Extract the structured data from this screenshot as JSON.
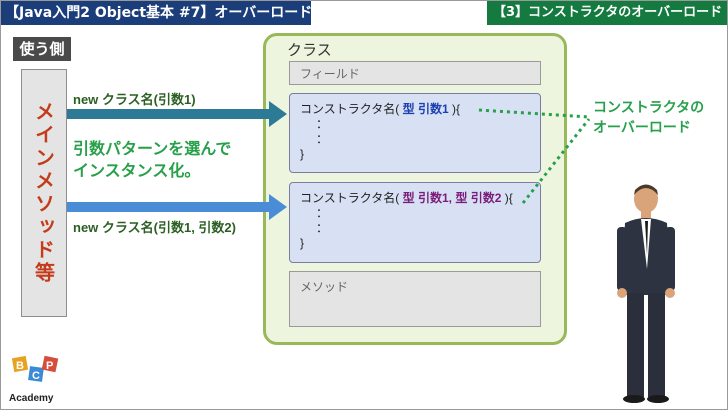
{
  "header": {
    "title": "【Java入門2 Object基本 #7】オーバーロード",
    "section": "【3】コンストラクタのオーバーロード"
  },
  "caller": {
    "label": "使う側",
    "main_box": "メインメソッド等"
  },
  "calls": {
    "call1": "new クラス名(引数1)",
    "call2": "new クラス名(引数1, 引数2)",
    "note": "引数パターンを選んで\nインスタンス化。"
  },
  "class_box": {
    "label": "クラス",
    "field": "フィールド",
    "method": "メソッド",
    "ctor1": {
      "prefix": "コンストラクタ名(",
      "type": "型",
      "arg": "引数1",
      "suffix": "){",
      "dots1": "：",
      "dots2": "：",
      "close": "}"
    },
    "ctor2": {
      "prefix": "コンストラクタ名(",
      "type1": "型",
      "arg1": "引数1,",
      "type2": "型",
      "arg2": "引数2",
      "suffix": "){",
      "dots1": "：",
      "dots2": "：",
      "close": "}"
    }
  },
  "callout": "コンストラクタの\nオーバーロード",
  "logo": {
    "letters": [
      "B",
      "C",
      "P"
    ],
    "name": "Academy"
  },
  "colors": {
    "title_bg": "#1b3d7a",
    "section_bg": "#157a3f",
    "arrow": "#2c7a96",
    "arrow2": "#4a8cd6",
    "callout": "#27a04a",
    "main_text": "#c33b1a"
  }
}
